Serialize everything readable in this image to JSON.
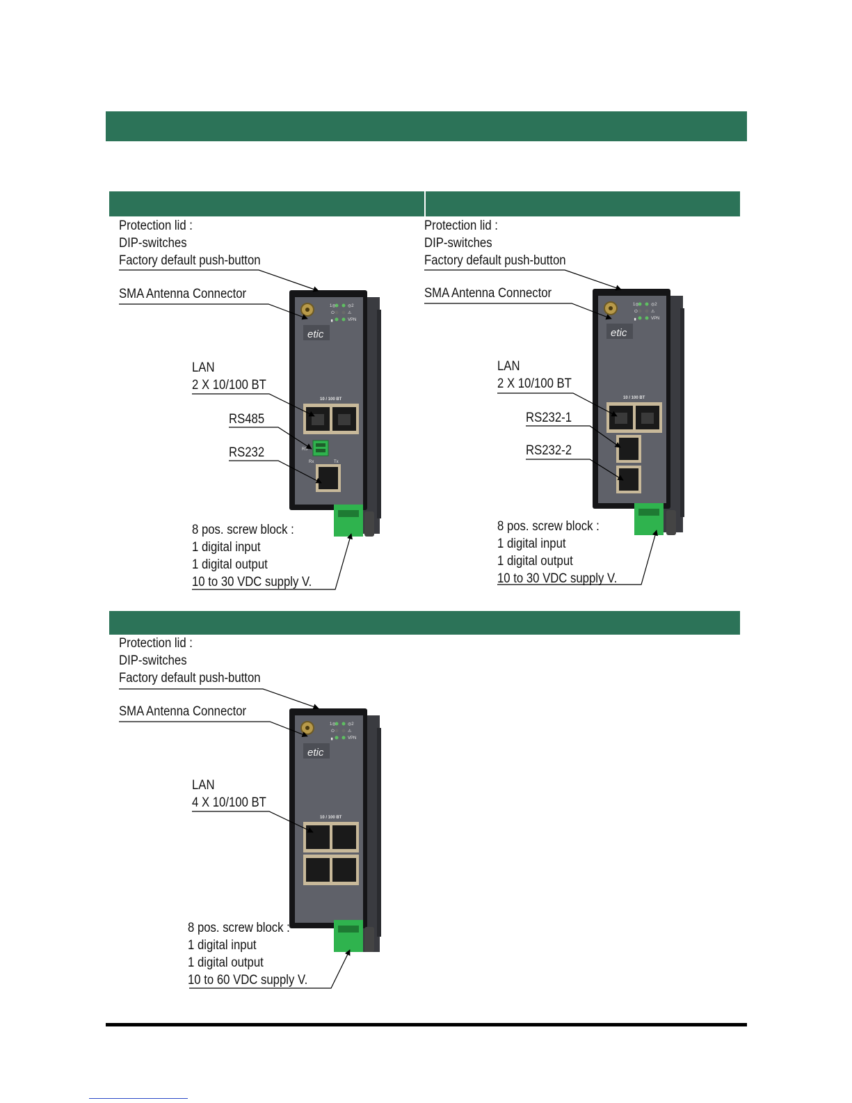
{
  "panels": [
    {
      "lid": [
        "Protection lid :",
        "DIP-switches",
        "Factory default push-button"
      ],
      "sma": "SMA  Antenna Connector",
      "lan": [
        "LAN",
        "2 X 10/100 BT"
      ],
      "ser1": "RS485",
      "ser2": "RS232",
      "block": [
        "8 pos. screw block :",
        "1 digital input",
        "1 digital output",
        "10 to 30 VDC supply V."
      ]
    },
    {
      "lid": [
        "Protection lid :",
        "DIP-switches",
        "Factory default push-button"
      ],
      "sma": "SMA  Antenna Connector",
      "lan": [
        "LAN",
        "2 X 10/100 BT"
      ],
      "ser1": "RS232-1",
      "ser2": "RS232-2",
      "block": [
        "8 pos. screw block :",
        "1 digital input",
        "1 digital output",
        "10 to 30 VDC supply V."
      ]
    },
    {
      "lid": [
        "Protection lid :",
        "DIP-switches",
        "Factory default push-button"
      ],
      "sma": "SMA  Antenna Connector",
      "lan": [
        "LAN",
        "4 X 10/100 BT"
      ],
      "block": [
        "8 pos. screw block :",
        "1 digital input",
        "1 digital output",
        "10 to 60 VDC supply V."
      ]
    }
  ],
  "device": {
    "brand": "etic",
    "port_header": "10 / 100 BT",
    "vpn": "VPN",
    "rx": "Rx",
    "tx": "Tx",
    "rs_short": "RS"
  },
  "colors": {
    "header_green": "#2c7358",
    "terminal_green": "#2fb34e",
    "housing": "#5f6169"
  }
}
